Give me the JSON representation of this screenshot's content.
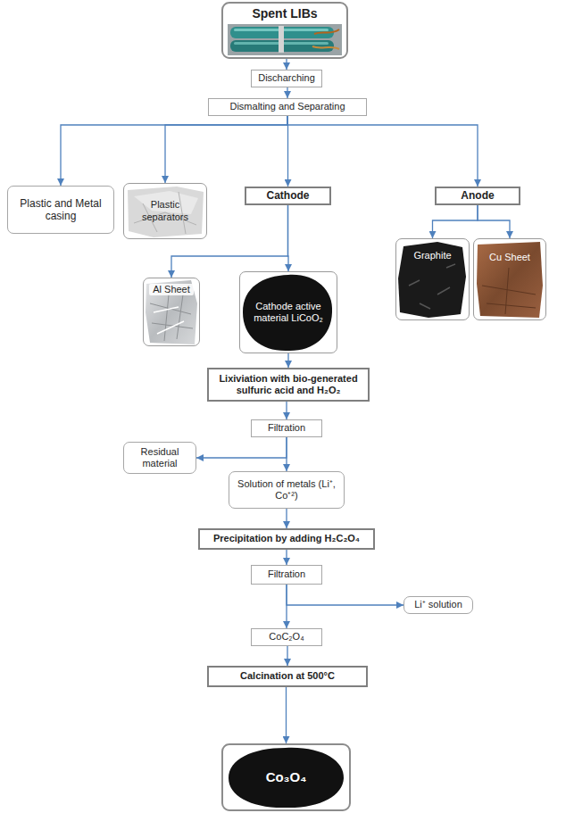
{
  "diagram": {
    "nodes": [
      {
        "text": [
          "Spent LIBs"
        ]
      },
      {
        "text": [
          "Discharching"
        ]
      },
      {
        "text": [
          "Dismalting and Separating"
        ]
      },
      {
        "text": [
          "Plastic and Metal casing"
        ]
      },
      {
        "text": [
          "Plastic separators"
        ]
      },
      {
        "text": [
          "Cathode"
        ]
      },
      {
        "text": [
          "Anode"
        ]
      },
      {
        "text": [
          "Al Sheet"
        ]
      },
      {
        "text": [
          "Cathode active material LiCoO₂"
        ]
      },
      {
        "text": [
          "Graphite"
        ]
      },
      {
        "text": [
          "Cu Sheet"
        ]
      },
      {
        "text": [
          "Lixiviation with bio-generated sulfuric acid and H₂O₂"
        ]
      },
      {
        "text": [
          "Filtration"
        ]
      },
      {
        "text": [
          "Residual material"
        ]
      },
      {
        "text": [
          "Solution of metals (Li⁺, Co⁺²)"
        ]
      },
      {
        "text": [
          "Precipitation by adding H₂C₂O₄"
        ]
      },
      {
        "text": [
          "Filtration"
        ]
      },
      {
        "text": [
          "Li⁺ solution"
        ]
      },
      {
        "text": [
          "CoC₂O₄"
        ]
      },
      {
        "text": [
          "Calcination at 500°C"
        ]
      },
      {
        "text": [
          "Co₃O₄"
        ]
      }
    ],
    "edges": [
      {
        "from": 0,
        "to": 1,
        "arrow": "to"
      },
      {
        "from": 1,
        "to": 2,
        "arrow": "to"
      },
      {
        "from": 2,
        "to": 3,
        "arrow": "to"
      },
      {
        "from": 2,
        "to": 4,
        "arrow": "to"
      },
      {
        "from": 2,
        "to": 5,
        "arrow": "to"
      },
      {
        "from": 2,
        "to": 6,
        "arrow": "to"
      },
      {
        "from": 5,
        "to": 7,
        "arrow": "to"
      },
      {
        "from": 5,
        "to": 8,
        "arrow": "to"
      },
      {
        "from": 6,
        "to": 9,
        "arrow": "to"
      },
      {
        "from": 6,
        "to": 10,
        "arrow": "to"
      },
      {
        "from": 8,
        "to": 11,
        "arrow": "to"
      },
      {
        "from": 11,
        "to": 12,
        "arrow": "to"
      },
      {
        "from": 12,
        "to": 13,
        "arrow": "to"
      },
      {
        "from": 12,
        "to": 14,
        "arrow": "to"
      },
      {
        "from": 14,
        "to": 15,
        "arrow": "to"
      },
      {
        "from": 15,
        "to": 16,
        "arrow": "to"
      },
      {
        "from": 16,
        "to": 17,
        "arrow": "to"
      },
      {
        "from": 16,
        "to": 18,
        "arrow": "to"
      },
      {
        "from": 18,
        "to": 19,
        "arrow": "to"
      },
      {
        "from": 19,
        "to": 20,
        "arrow": "to"
      }
    ]
  }
}
